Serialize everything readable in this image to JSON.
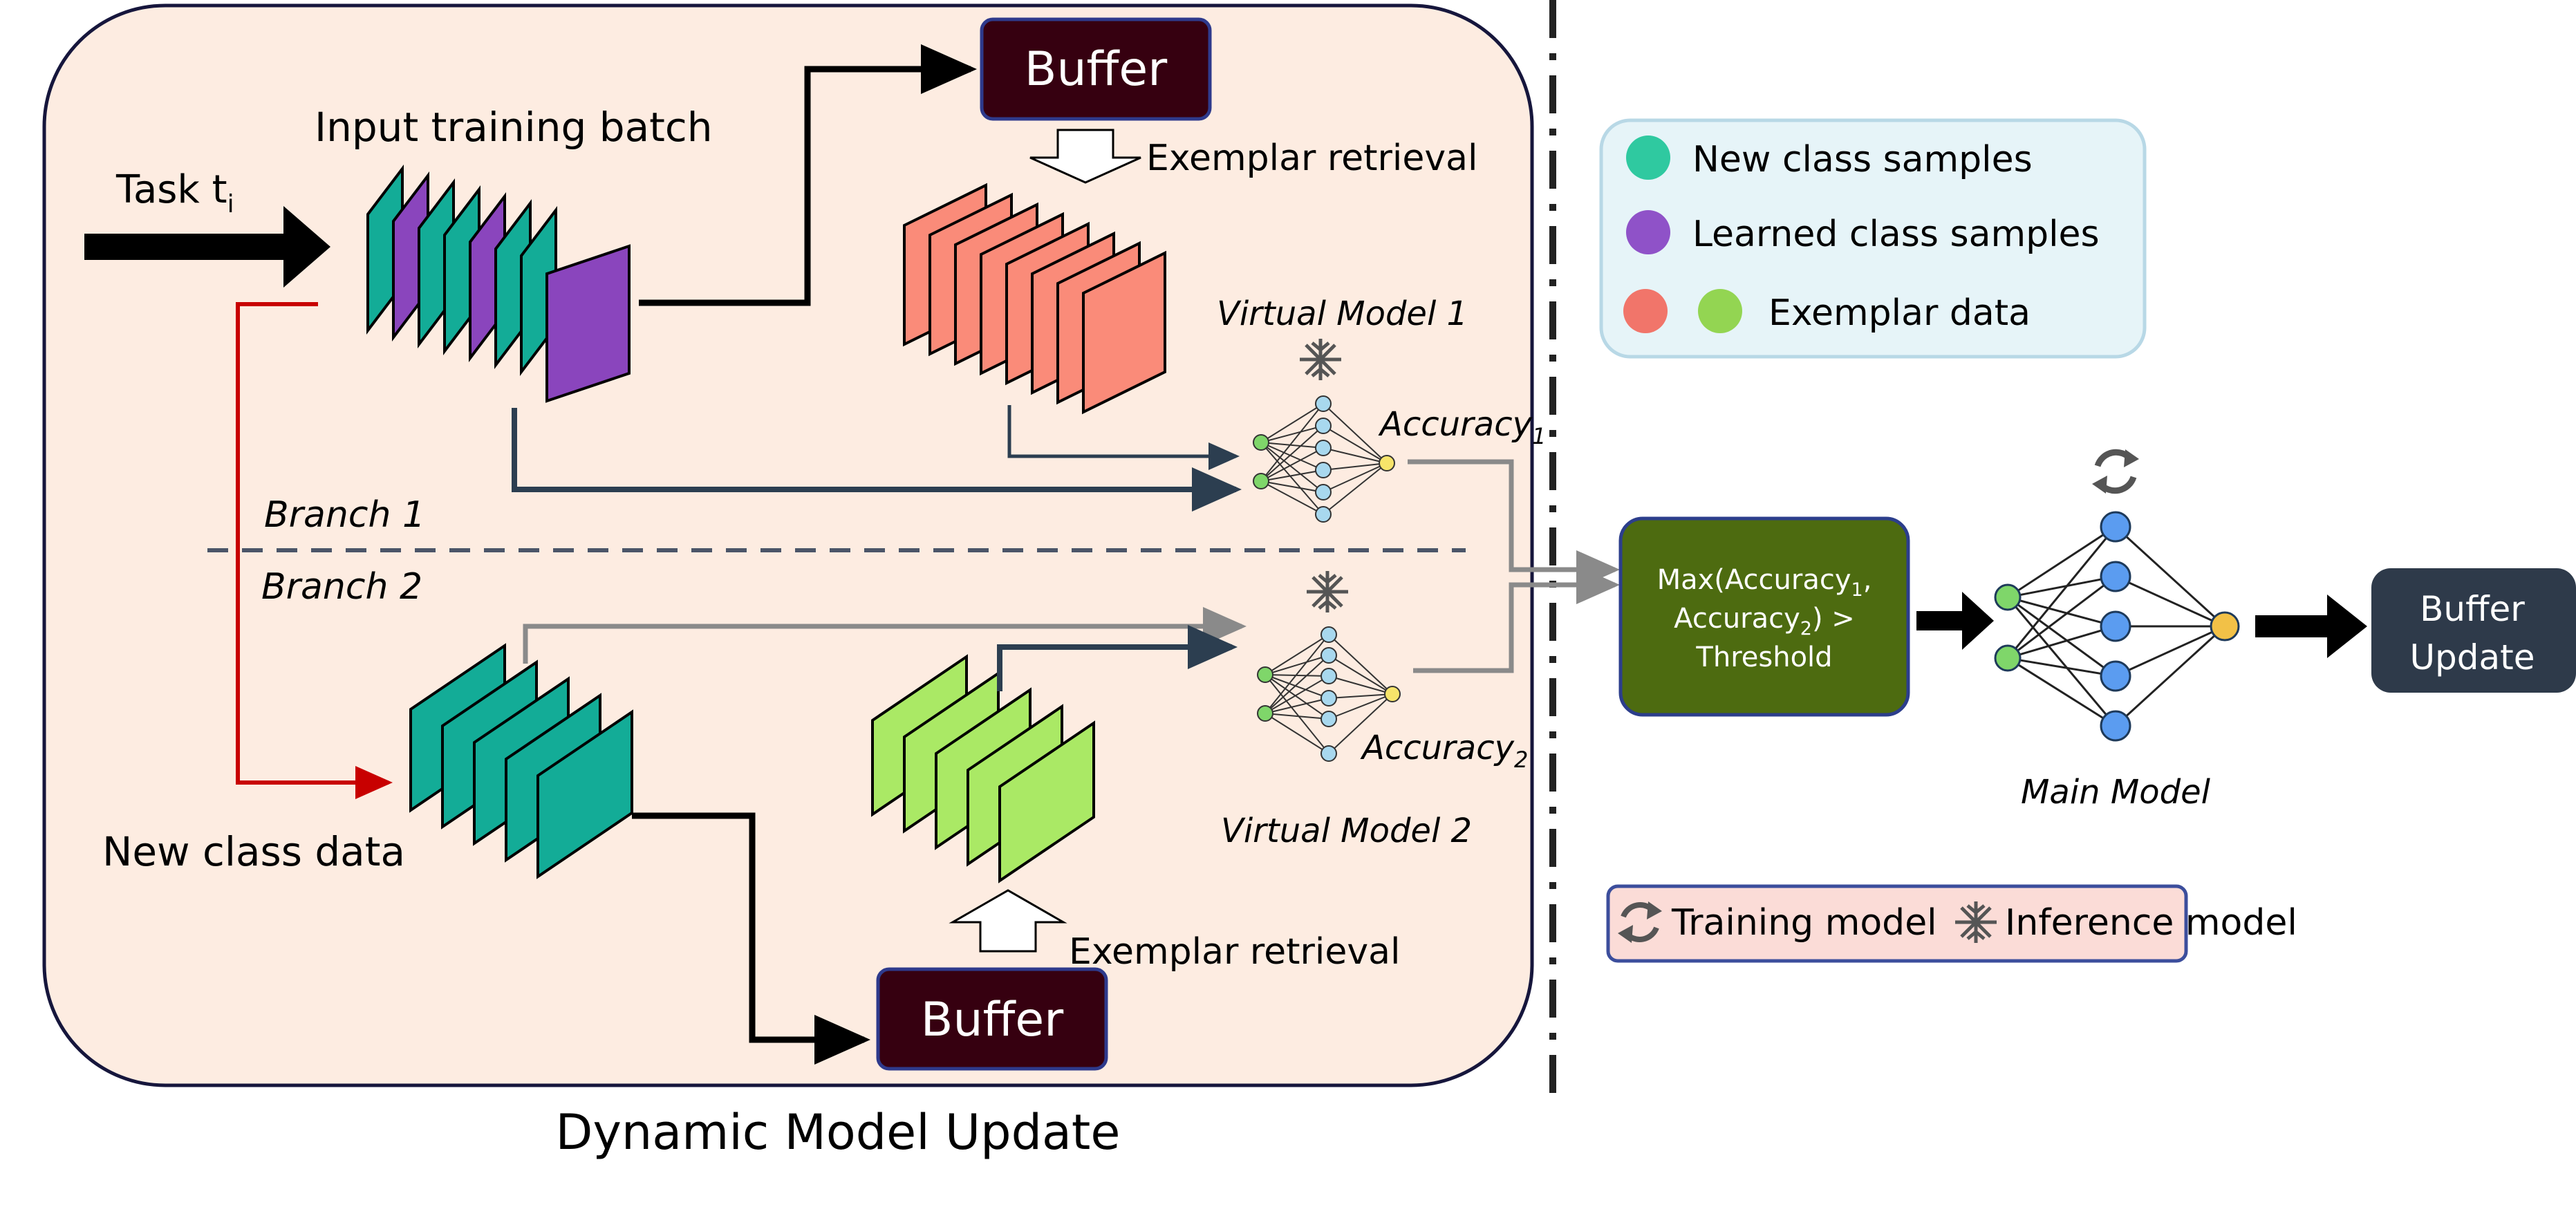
{
  "panel": {
    "caption": "Dynamic Model Update"
  },
  "input_batch": {
    "title": "Input training batch",
    "task_prefix": "Task t",
    "task_sub": "i"
  },
  "buffers": {
    "top": "Buffer",
    "bottom": "Buffer"
  },
  "exemplar_retrieval": {
    "top": "Exemplar retrieval",
    "bottom": "Exemplar retrieval"
  },
  "branches": {
    "one": "Branch 1",
    "two": "Branch 2"
  },
  "new_class_data": "New class data",
  "virtual_models": {
    "one": {
      "label": "Virtual Model 1",
      "acc_prefix": "Accuracy",
      "acc_sub": "1"
    },
    "two": {
      "label": "Virtual Model 2",
      "acc_prefix": "Accuracy",
      "acc_sub": "2"
    }
  },
  "decision": {
    "line1_prefix": "Max(Accuracy",
    "line1_sub": "1",
    "line1_suffix": ",",
    "line2_prefix": "Accuracy",
    "line2_sub": "2",
    "line2_suffix": ") >",
    "line3": "Threshold"
  },
  "main_model": {
    "label": "Main Model"
  },
  "buffer_update": {
    "line1": "Buffer",
    "line2": "Update"
  },
  "legend": {
    "new_class": "New class samples",
    "learned_class": "Learned class samples",
    "exemplar": "Exemplar data"
  },
  "model_legend": {
    "training": "Training model",
    "inference": "Inference model"
  },
  "colors": {
    "panel_bg": "#fdece1",
    "panel_border": "#16163c",
    "teal": "#13ac97",
    "purple": "#8a45bd",
    "salmon": "#fa8b79",
    "green": "#aae965",
    "buffer": "#360010",
    "decision": "#4d6b10",
    "buffer_update": "#2e3a4a",
    "legend_bg": "#e6f4f8",
    "legend_border": "#b8d8e6",
    "model_legend_bg": "#fbdcd7",
    "model_legend_border": "#3c4e9c",
    "branch_red": "#c80000"
  }
}
